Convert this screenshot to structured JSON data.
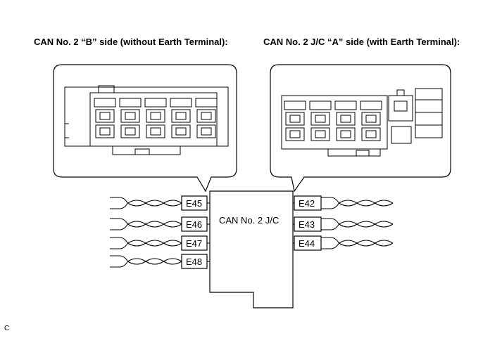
{
  "headings": {
    "left": "CAN No. 2 “B” side (without Earth Terminal):",
    "right": "CAN No. 2 J/C “A” side (with Earth Terminal):"
  },
  "junction": {
    "label": "CAN No. 2 J/C"
  },
  "connectors": {
    "left": [
      "E45",
      "E46",
      "E47",
      "E48"
    ],
    "right": [
      "E42",
      "E43",
      "E44"
    ]
  },
  "corner_mark": "C"
}
